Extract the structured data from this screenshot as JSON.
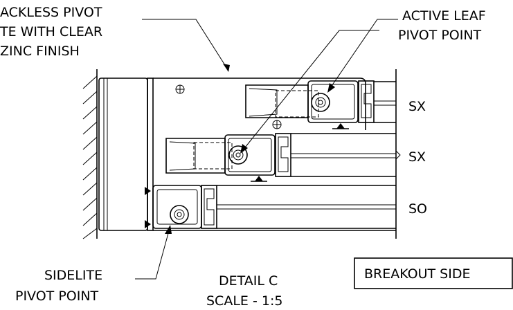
{
  "labels": {
    "top_left_line1": "ACKLESS PIVOT",
    "top_left_line2": "TE WITH CLEAR",
    "top_left_line3": "ZINC FINISH",
    "active_leaf_line1": "ACTIVE LEAF",
    "active_leaf_line2": "PIVOT POINT",
    "sx1": "SX",
    "sx2": "SX",
    "so": "SO",
    "sidelite_line1": "SIDELITE",
    "sidelite_line2": "PIVOT POINT",
    "detail_line1": "DETAIL C",
    "detail_line2": "SCALE - 1:5",
    "breakout": "BREAKOUT SIDE"
  }
}
